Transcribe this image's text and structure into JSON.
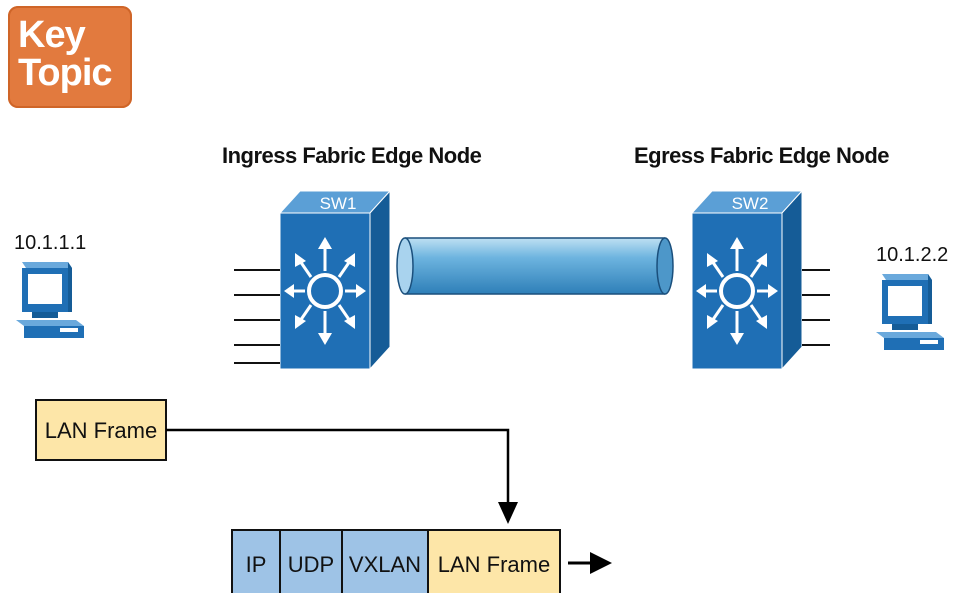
{
  "badge": {
    "line1": "Key",
    "line2": "Topic"
  },
  "ingress": {
    "title": "Ingress Fabric Edge Node",
    "switch_label": "SW1"
  },
  "egress": {
    "title": "Egress Fabric Edge Node",
    "switch_label": "SW2"
  },
  "host_left": {
    "ip": "10.1.1.1"
  },
  "host_right": {
    "ip": "10.1.2.2"
  },
  "original_frame": {
    "label": "LAN Frame"
  },
  "encapsulated_frame": {
    "segments": [
      {
        "label": "IP",
        "color": "#9ec3e6"
      },
      {
        "label": "UDP",
        "color": "#9ec3e6"
      },
      {
        "label": "VXLAN",
        "color": "#9ec3e6"
      },
      {
        "label": "LAN Frame",
        "color": "#fde6a8"
      }
    ]
  },
  "colors": {
    "switch": "#1f6fb5",
    "tunnel": "#5aa6d6",
    "pc": "#1f6fb5",
    "frame": "#fde6a8",
    "header": "#9ec3e6"
  }
}
